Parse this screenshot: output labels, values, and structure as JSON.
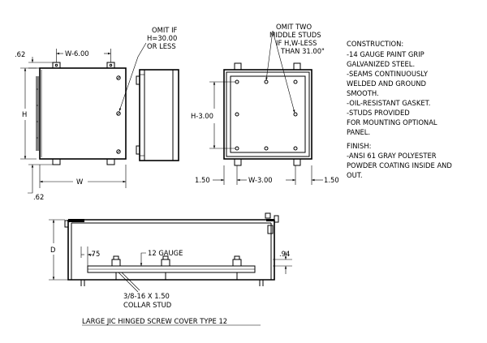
{
  "front_view": {
    "top_dim": "W-6.00",
    "left_dim": "H",
    "bottom_dim": "W",
    "top_offset": ".62",
    "bottom_offset": ".62",
    "omit_note": [
      "OMIT IF",
      "H=30.00",
      "OR LESS"
    ]
  },
  "inside_view": {
    "omit_note": [
      "OMIT TWO",
      "MIDDLE STUDS",
      "IF H,W-LESS",
      "THAN 31.00\""
    ],
    "height_dim": "H-3.00",
    "bottom_dim": "W-3.00",
    "left_offset": "1.50",
    "right_offset": "1.50"
  },
  "construction": {
    "heading": "CONSTRUCTION:",
    "lines": [
      "-14 GAUGE PAINT GRIP",
      "GALVANIZED STEEL.",
      "-SEAMS CONTINUOUSLY",
      "WELDED AND GROUND",
      "SMOOTH.",
      "-OIL-RESISTANT GASKET.",
      "-STUDS PROVIDED",
      "FOR MOUNTING OPTIONAL",
      "PANEL."
    ]
  },
  "finish": {
    "heading": "FINISH:",
    "lines": [
      "-ANSI 61 GRAY POLYESTER",
      "POWDER COATING INSIDE AND",
      "OUT."
    ]
  },
  "section_view": {
    "depth_dim": "D",
    "left_dim": ".75",
    "gauge_note": "12 GAUGE",
    "right_dim": ".94",
    "stud_note": [
      "3/8-16 X 1.50",
      "COLLAR STUD"
    ]
  },
  "caption": "LARGE JIC HINGED SCREW COVER TYPE 12"
}
